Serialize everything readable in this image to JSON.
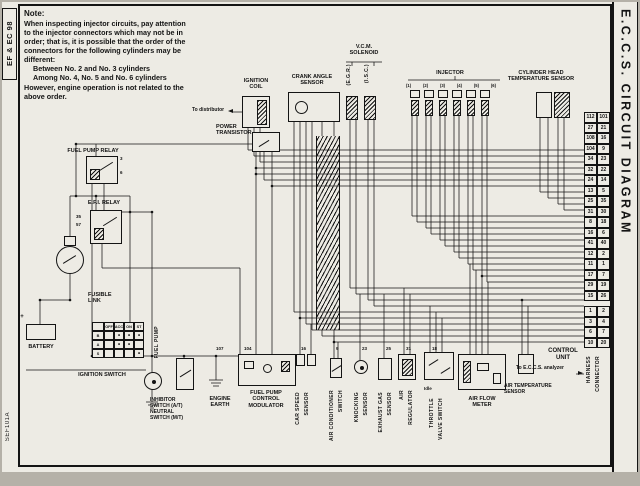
{
  "colors": {
    "paper": "#edebe4",
    "ink": "#141414"
  },
  "sidebar": {
    "left_tab": "EF & EC 98",
    "figure_code": "SEF101A"
  },
  "title_strip": {
    "text": "E.C.C.S. CIRCUIT DIAGRAM"
  },
  "note": {
    "title": "Note:",
    "body": "When inspecting injector circuits, pay attention\nto the injector connectors which may not be in\norder; that is, it is possible that the order of the\nconnectors for the following cylinders may be\ndifferent:",
    "item1": "Between No. 2 and No. 3 cylinders",
    "item2": "Among No. 4, No. 5 and No. 6 cylinders",
    "footer": "However, engine operation is not related to the\nabove order."
  },
  "components": {
    "ignition_coil": "IGNITION\nCOIL",
    "to_distributor": "To distributor",
    "crank_angle_sensor": "CRANK ANGLE\nSENSOR",
    "vcm_solenoid": "V.C.M.\nSOLENOID",
    "egr": "(E.G.R.)",
    "isc": "(I.S.C.)",
    "injector": "INJECTOR",
    "injector_numbers": [
      "(1)",
      "(2)",
      "(3)",
      "(4)",
      "(5)",
      "(6)"
    ],
    "cylinder_head_temp_sensor": "CYLINDER HEAD\nTEMPERATURE SENSOR",
    "power_transistor": "POWER\nTRANSISTOR",
    "fuel_pump_relay": "FUEL PUMP RELAY",
    "efi_relay": "E.F.I. RELAY",
    "fusible_link": "FUSIBLE\nLINK",
    "battery": "BATTERY",
    "battery_plus": "+",
    "ignition_switch": "IGNITION SWITCH",
    "fuel_pump": "FUEL PUMP",
    "inhibitor_switch": "INHIBITOR\nSWITCH (A/T)\nNEUTRAL\nSWITCH (M/T)",
    "engine_earth": "ENGINE\nEARTH",
    "fuel_pump_control_modulator": "FUEL PUMP\nCONTROL\nMODULATOR",
    "car_speed_sensor": [
      "CAR SPEED",
      "SENSOR"
    ],
    "air_conditioner_switch": [
      "AIR CONDITIONER",
      "SWITCH"
    ],
    "knocking_sensor": [
      "KNOCKING",
      "SENSOR"
    ],
    "exhaust_gas_sensor": [
      "EXHAUST GAS",
      "SENSOR"
    ],
    "air_regulator": [
      "AIR",
      "REGULATOR"
    ],
    "throttle_valve_switch": [
      "THROTTLE",
      "VALVE SWITCH"
    ],
    "idle": "Idle",
    "air_flow_meter": "AIR FLOW\nMETER",
    "air_temperature_sensor": "AIR TEMPERATURE\nSENSOR",
    "control_unit": "CONTROL\nUNIT",
    "to_analyzer": "To E.C.C.S. analyzer",
    "harness_connector": [
      "HARNESS",
      "CONNECTOR"
    ]
  },
  "ignition_switch_table": {
    "cols": [
      "OFF",
      "ACC",
      "ON",
      "ST"
    ],
    "rows": [
      "B",
      "A",
      "S"
    ]
  },
  "wire_labels": [
    "3",
    "6",
    "35",
    "57",
    "107",
    "104",
    "16",
    "9",
    "23",
    "25",
    "31",
    "18"
  ],
  "control_unit_pins": {
    "upper": [
      [
        "112",
        "101"
      ],
      [
        "27",
        "21"
      ],
      [
        "108",
        "16"
      ],
      [
        "104",
        "9"
      ],
      [
        "34",
        "23"
      ],
      [
        "32",
        "22"
      ],
      [
        "24",
        "14"
      ],
      [
        "13",
        "5"
      ],
      [
        "25",
        "35"
      ],
      [
        "31",
        "30"
      ],
      [
        "8",
        "18"
      ],
      [
        "16",
        "6"
      ],
      [
        "41",
        "40"
      ],
      [
        "12",
        "2"
      ],
      [
        "11",
        "1"
      ],
      [
        "17",
        "7"
      ],
      [
        "29",
        "19"
      ],
      [
        "15",
        "26"
      ]
    ],
    "lower": [
      [
        "1",
        "2"
      ],
      [
        "3",
        "4"
      ],
      [
        "6",
        "7"
      ],
      [
        "10",
        "20"
      ]
    ]
  }
}
